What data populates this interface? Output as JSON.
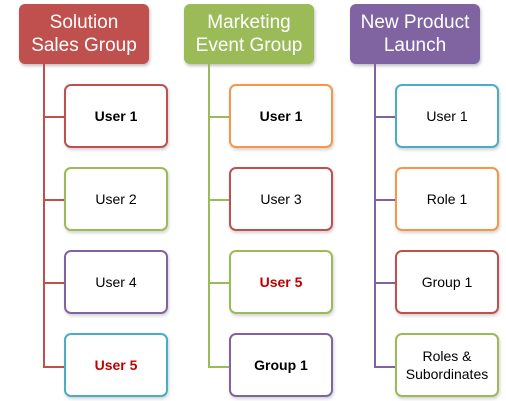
{
  "columns": [
    {
      "title": "Solution\nSales Group",
      "color": "#c0504d",
      "items": [
        {
          "label": "User 1",
          "border": "#c0504d",
          "bold": true,
          "text_color": "#000000"
        },
        {
          "label": "User 2",
          "border": "#9bbb59",
          "bold": false,
          "text_color": "#000000"
        },
        {
          "label": "User 4",
          "border": "#8064a2",
          "bold": false,
          "text_color": "#000000"
        },
        {
          "label": "User 5",
          "border": "#4bacc6",
          "bold": true,
          "text_color": "#c00000"
        }
      ]
    },
    {
      "title": "Marketing\nEvent Group",
      "color": "#9bbb59",
      "items": [
        {
          "label": "User 1",
          "border": "#f79646",
          "bold": true,
          "text_color": "#000000"
        },
        {
          "label": "User 3",
          "border": "#c0504d",
          "bold": false,
          "text_color": "#000000"
        },
        {
          "label": "User 5",
          "border": "#9bbb59",
          "bold": true,
          "text_color": "#c00000"
        },
        {
          "label": "Group 1",
          "border": "#8064a2",
          "bold": true,
          "text_color": "#000000"
        }
      ]
    },
    {
      "title": "New Product\nLaunch",
      "color": "#8064a2",
      "items": [
        {
          "label": "User 1",
          "border": "#4bacc6",
          "bold": false,
          "text_color": "#000000"
        },
        {
          "label": "Role 1",
          "border": "#f79646",
          "bold": false,
          "text_color": "#000000"
        },
        {
          "label": "Group 1",
          "border": "#c0504d",
          "bold": false,
          "text_color": "#000000"
        },
        {
          "label": "Roles &\nSubordinates",
          "border": "#9bbb59",
          "bold": false,
          "text_color": "#000000"
        }
      ]
    }
  ]
}
